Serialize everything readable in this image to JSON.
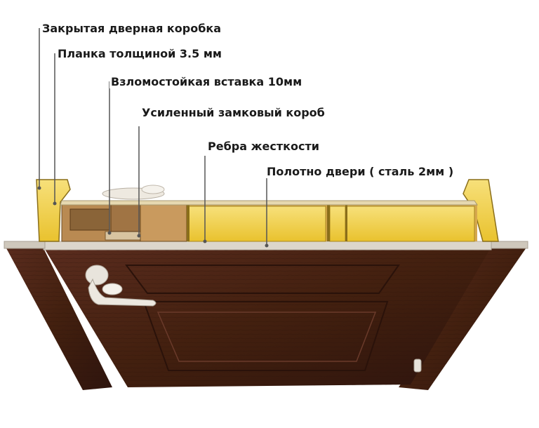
{
  "labels": {
    "closed_frame": "Закрытая дверная коробка",
    "plank": "Планка толщиной 3.5 мм",
    "anti_burglary_insert": "Взломостойкая вставка 10мм",
    "lock_box": "Усиленный замковый короб",
    "stiffening_ribs": "Ребра жесткости",
    "door_leaf": "Полотно двери ( сталь 2мм )"
  },
  "colors": {
    "wood": "#4a2418",
    "wood_dark": "#2e140d",
    "wood_light": "#6a3a2a",
    "insulation": "#f0cf3c",
    "insulation_light": "#f7e07a",
    "steel": "#dcd6cc",
    "leader": "#555555",
    "handle": "#e8e4dc"
  }
}
